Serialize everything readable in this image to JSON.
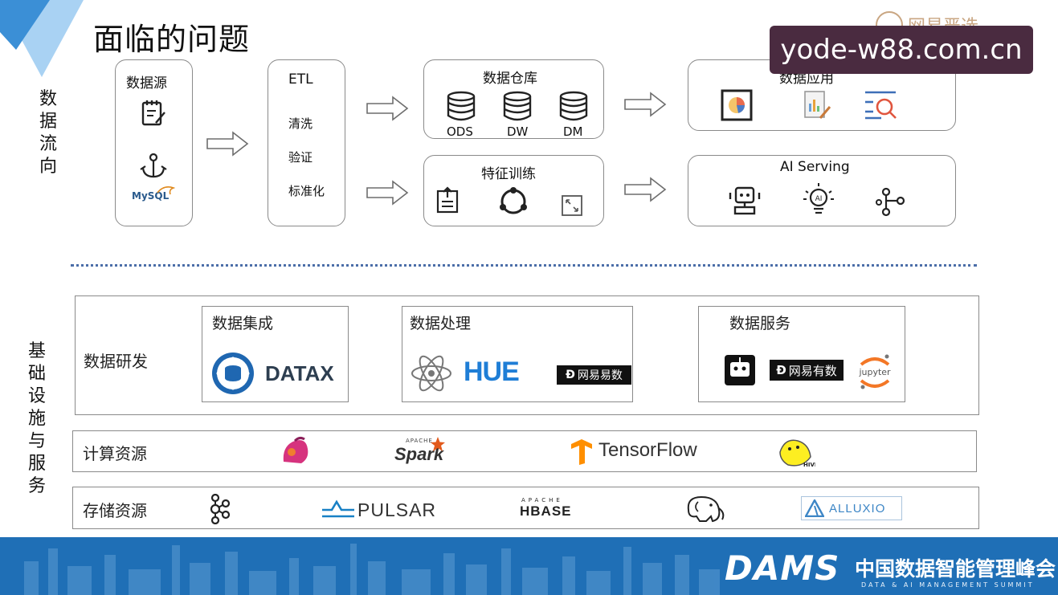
{
  "title": "面临的问题",
  "brand_logo_text": "网易严选",
  "watermark_badge": "yode-w88.com.cn",
  "side_labels": {
    "top": "数据流向",
    "bottom": "基础设施与服务"
  },
  "flow": {
    "source": {
      "title": "数据源",
      "mysql_label": "MySQL"
    },
    "etl": {
      "title": "ETL",
      "items": [
        "清洗",
        "验证",
        "标准化"
      ]
    },
    "warehouse": {
      "title": "数据仓库",
      "layers": [
        "ODS",
        "DW",
        "DM"
      ]
    },
    "feature": {
      "title": "特征训练"
    },
    "app": {
      "title": "数据应用"
    },
    "serving": {
      "title": "AI Serving"
    }
  },
  "infra": {
    "dev": {
      "label": "数据研发",
      "integration": {
        "title": "数据集成",
        "datax": "DATAX"
      },
      "processing": {
        "title": "数据处理",
        "hue": "HUE",
        "netease_yishu": "网易易数"
      },
      "service": {
        "title": "数据服务",
        "netease_youshu": "网易有数",
        "jupyter": "jupyter"
      }
    },
    "compute": {
      "label": "计算资源",
      "spark": "Spark",
      "spark_small": "APACHE",
      "tensorflow": "TensorFlow",
      "hive": "HIVE"
    },
    "storage": {
      "label": "存储资源",
      "pulsar": "PULSAR",
      "hbase_small": "APACHE",
      "hbase": "HBASE",
      "alluxio": "ALLUXIO"
    }
  },
  "footer": {
    "dams": "DAMS",
    "cn": "中国数据智能管理峰会",
    "en": "DATA & AI MANAGEMENT SUMMIT"
  },
  "colors": {
    "accent_blue": "#1f6fb6",
    "corner_blue": "#3b8fd6",
    "badge_bg": "#4a2b40",
    "border_gray": "#8a8a8a"
  }
}
